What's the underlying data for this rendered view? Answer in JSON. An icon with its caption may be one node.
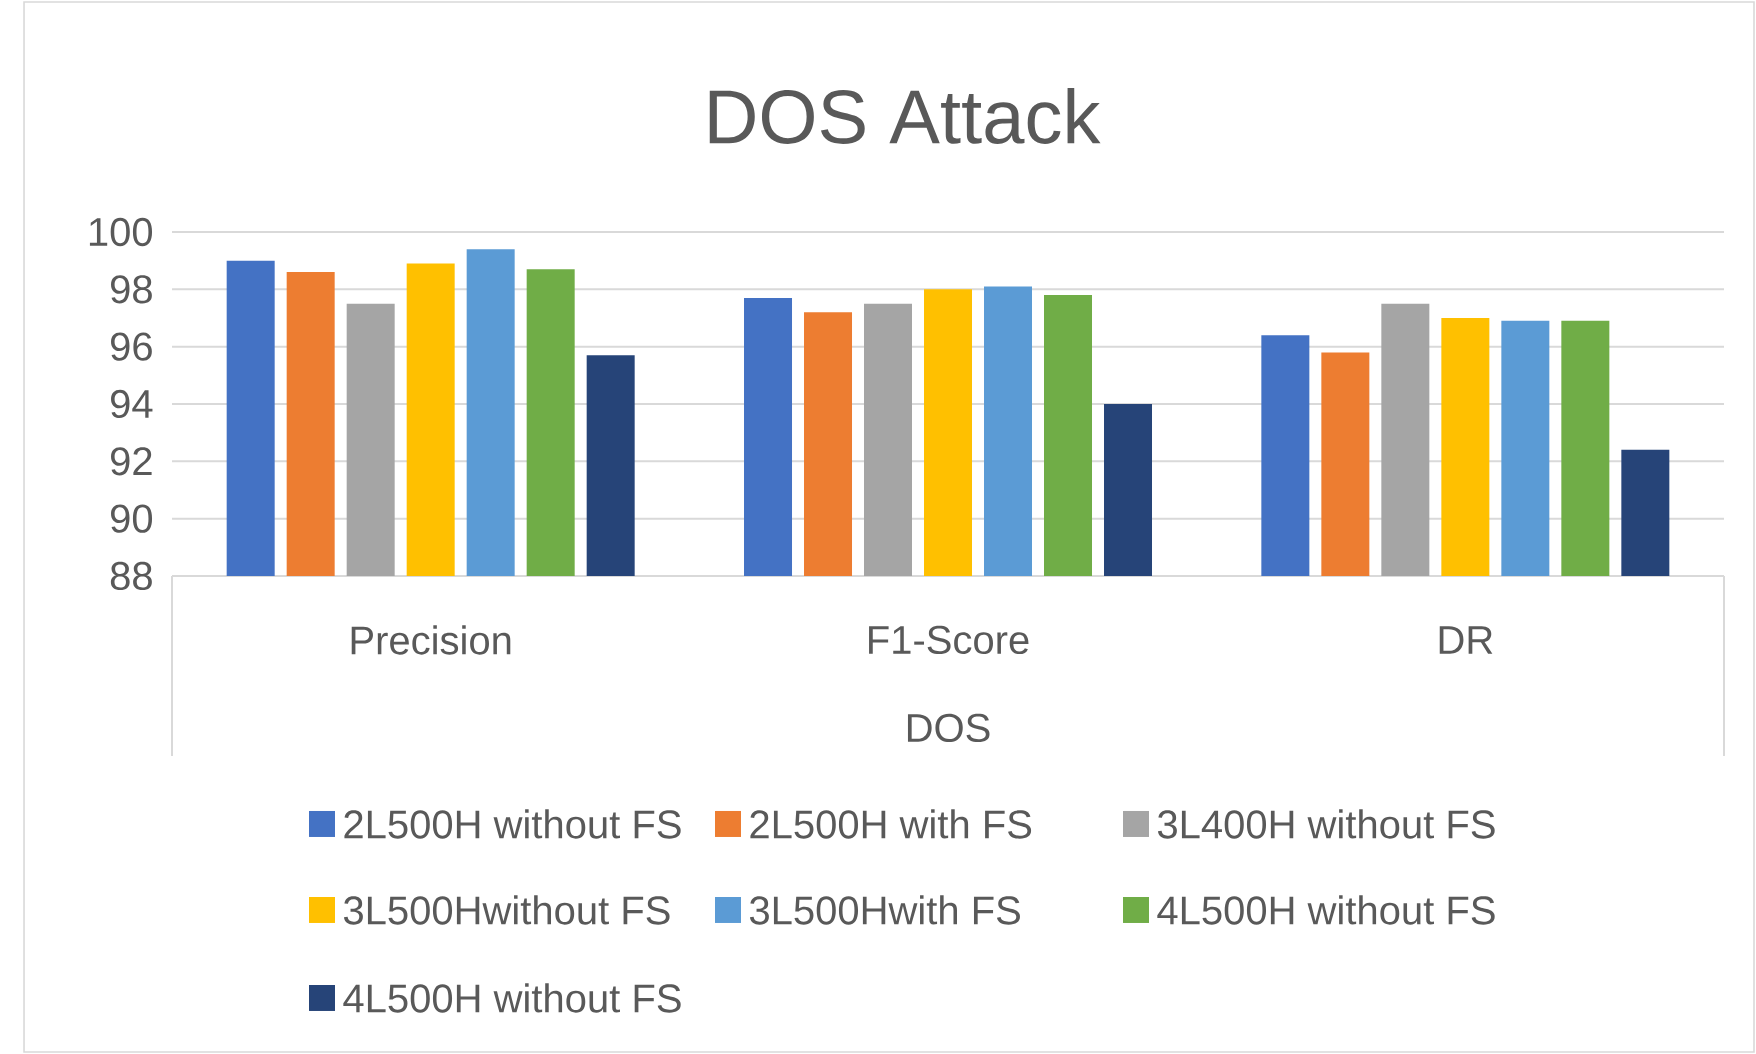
{
  "diagram": {
    "chart_data": {
      "type": "bar",
      "title": "DOS Attack",
      "xlabel": "DOS",
      "categories": [
        "Precision",
        "F1-Score",
        "DR"
      ],
      "grid": "y",
      "legend": "bottom",
      "ylim": [
        88,
        100
      ],
      "yticks": [
        88,
        90,
        92,
        94,
        96,
        98,
        100
      ],
      "series": [
        {
          "name": "2L500H without FS",
          "color": "#4472c4",
          "values": [
            99.0,
            97.7,
            96.4
          ]
        },
        {
          "name": "2L500H with FS",
          "color": "#ed7d31",
          "values": [
            98.6,
            97.2,
            95.8
          ]
        },
        {
          "name": "3L400H without FS",
          "color": "#a5a5a5",
          "values": [
            97.5,
            97.5,
            97.5
          ]
        },
        {
          "name": "3L500Hwithout FS",
          "color": "#ffc000",
          "values": [
            98.9,
            98.0,
            97.0
          ]
        },
        {
          "name": "3L500Hwith FS",
          "color": "#5b9bd5",
          "values": [
            99.4,
            98.1,
            96.9
          ]
        },
        {
          "name": "4L500H without FS",
          "color": "#70ad47",
          "values": [
            98.7,
            97.8,
            96.9
          ]
        },
        {
          "name": "4L500H without FS",
          "color": "#264478",
          "values": [
            95.7,
            94.0,
            92.4
          ]
        }
      ]
    }
  }
}
